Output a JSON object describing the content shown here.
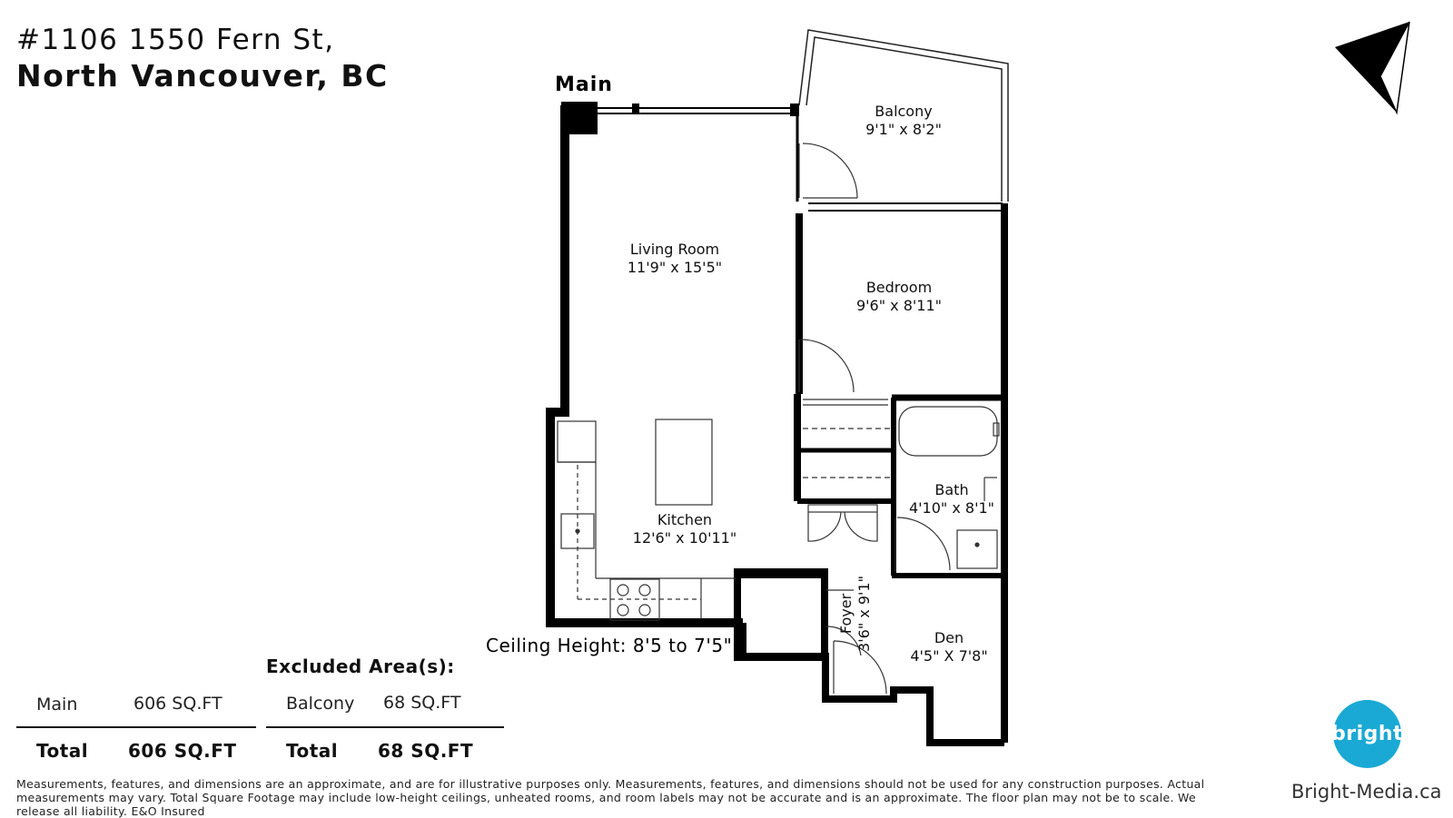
{
  "address": {
    "line1": "#1106 1550 Fern St,",
    "line2": "North Vancouver, BC"
  },
  "plan": {
    "level": "Main",
    "ceiling": "Ceiling Height: 8'5 to 7'5\"",
    "compass_label": "N",
    "rooms": [
      {
        "name": "Balcony",
        "dims": "9'1\" x 8'2\""
      },
      {
        "name": "Living Room",
        "dims": "11'9\" x 15'5\""
      },
      {
        "name": "Bedroom",
        "dims": "9'6\" x 8'11\""
      },
      {
        "name": "Bath",
        "dims": "4'10\" x 8'1\""
      },
      {
        "name": "Kitchen",
        "dims": "12'6\" x 10'11\""
      },
      {
        "name": "Foyer",
        "dims": "3'6\" x 9'1\""
      },
      {
        "name": "Den",
        "dims": "4'5\" X 7'8\""
      }
    ]
  },
  "areas": {
    "main_label": "Main",
    "main_value": "606 SQ.FT",
    "main_total_label": "Total",
    "main_total_value": "606 SQ.FT",
    "excluded_title": "Excluded Area(s):",
    "balcony_label": "Balcony",
    "balcony_value": "68 SQ.FT",
    "excluded_total_label": "Total",
    "excluded_total_value": "68 SQ.FT"
  },
  "disclaimer": "Measurements, features, and dimensions are an approximate, and are for illustrative purposes only. Measurements, features, and dimensions should not be used for any construction purposes. Actual measurements may vary. Total Square Footage may include low-height ceilings, unheated rooms, and room labels may not be accurate and is an approximate. The floor plan may not be to scale. We release all liability. E&O Insured",
  "brand": {
    "logo_text": "bright",
    "url": "Bright-Media.ca"
  },
  "colors": {
    "wall": "#000000",
    "brand": "#1aa9d4"
  }
}
